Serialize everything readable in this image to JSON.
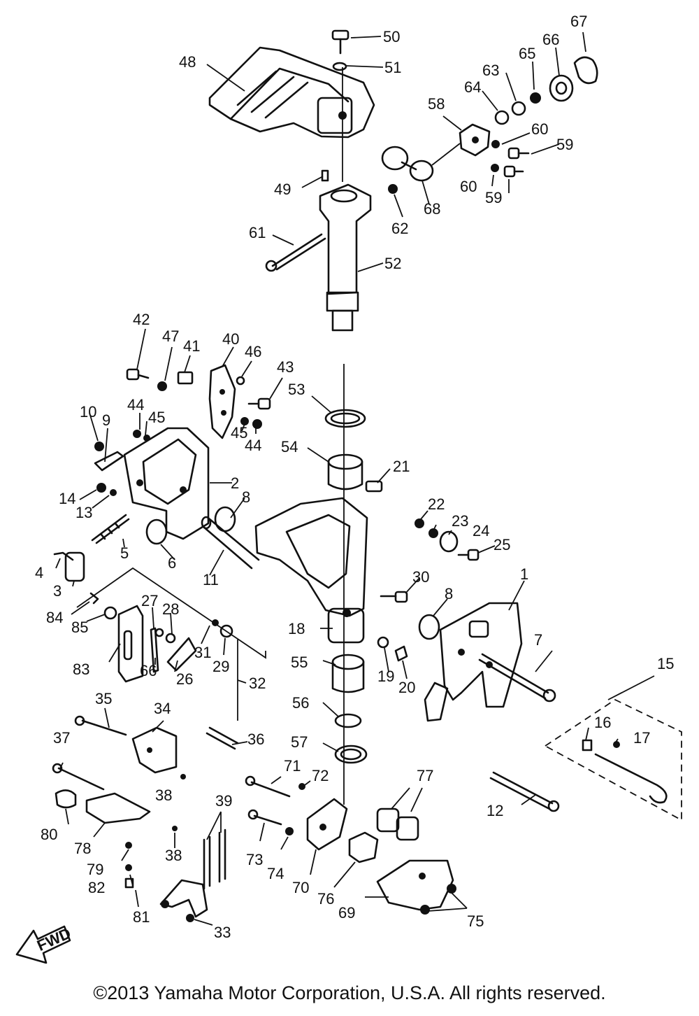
{
  "diagram": {
    "callouts": [
      "50",
      "51",
      "48",
      "67",
      "66",
      "65",
      "63",
      "64",
      "58",
      "60",
      "59",
      "60",
      "59",
      "49",
      "62",
      "68",
      "61",
      "52",
      "42",
      "47",
      "41",
      "40",
      "46",
      "43",
      "53",
      "44",
      "45",
      "10",
      "9",
      "45",
      "44",
      "54",
      "21",
      "2",
      "8",
      "14",
      "13",
      "22",
      "23",
      "24",
      "25",
      "4",
      "5",
      "3",
      "6",
      "11",
      "30",
      "1",
      "8",
      "84",
      "85",
      "27",
      "28",
      "18",
      "31",
      "29",
      "7",
      "83",
      "66",
      "26",
      "32",
      "55",
      "19",
      "20",
      "15",
      "35",
      "34",
      "56",
      "16",
      "17",
      "37",
      "36",
      "57",
      "77",
      "71",
      "72",
      "38",
      "80",
      "78",
      "73",
      "74",
      "38",
      "39",
      "79",
      "70",
      "76",
      "12",
      "82",
      "69",
      "75",
      "81",
      "33"
    ],
    "fwd_label": "FWD"
  },
  "footer": {
    "copyright": "©2013 Yamaha Motor Corporation, U.S.A. All rights reserved."
  }
}
